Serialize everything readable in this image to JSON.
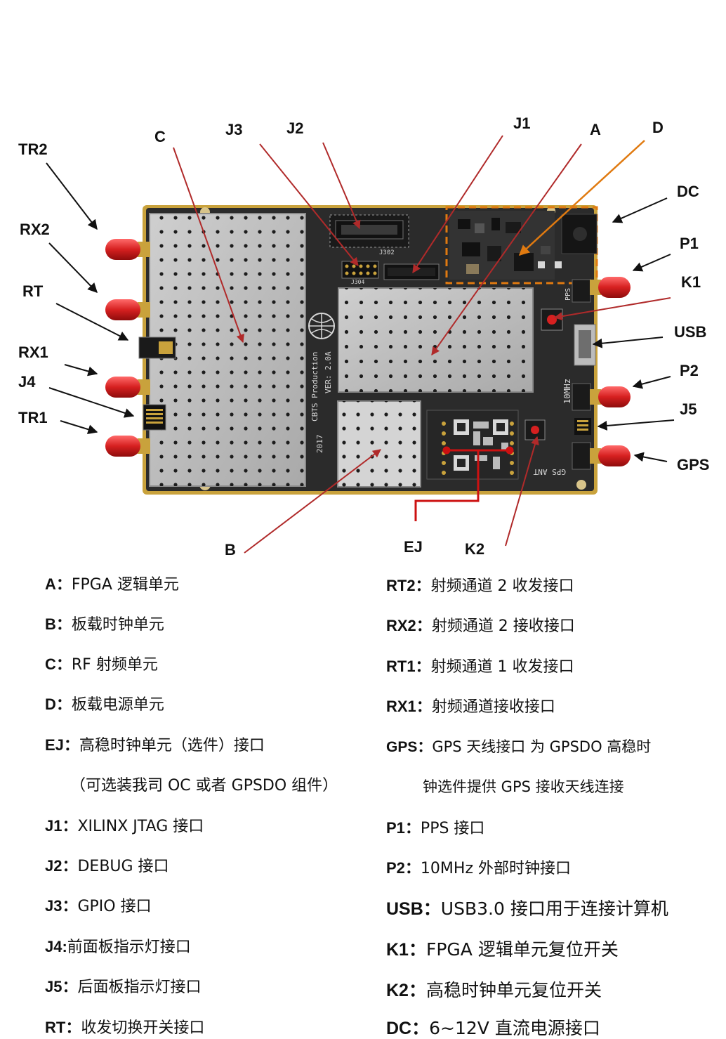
{
  "board": {
    "silkscreen": {
      "brand": "CBTS Production",
      "version": "VER: 2.0A",
      "year": "2017",
      "freq_label": "10MHz",
      "gps_ant_label": "GPS ANT",
      "pps_label": "PPS",
      "j302_label": "J302",
      "j304_label": "J304"
    },
    "colors": {
      "pcb": "#2b2b2b",
      "shield": "#bdbdbd",
      "connector": "#d62020",
      "gold": "#c9a23c",
      "arrow_red": "#b02a2a",
      "arrow_orange": "#e07a10",
      "highlight_red": "#cc1111"
    }
  },
  "callouts": {
    "tr2": "TR2",
    "rx2": "RX2",
    "rt": "RT",
    "rx1": "RX1",
    "j4": "J4",
    "tr1": "TR1",
    "c": "C",
    "j3": "J3",
    "j2": "J2",
    "j1": "J1",
    "a": "A",
    "d": "D",
    "dc": "DC",
    "p1": "P1",
    "k1": "K1",
    "usb": "USB",
    "p2": "P2",
    "j5": "J5",
    "gps": "GPS",
    "b": "B",
    "ej": "EJ",
    "k2": "K2"
  },
  "legend": {
    "left": [
      {
        "key": "A：",
        "text": "FPGA 逻辑单元"
      },
      {
        "key": "B：",
        "text": "板载时钟单元"
      },
      {
        "key": "C：",
        "text": "RF 射频单元"
      },
      {
        "key": "D：",
        "text": "板载电源单元"
      },
      {
        "key": "EJ：",
        "text": "高稳时钟单元（选件）接口"
      },
      {
        "key": "",
        "text": "（可选装我司 OC 或者 GPSDO 组件）"
      },
      {
        "key": "J1：",
        "text": "XILINX JTAG 接口"
      },
      {
        "key": "J2：",
        "text": "DEBUG 接口"
      },
      {
        "key": "J3：",
        "text": "GPIO 接口"
      },
      {
        "key": "J4:",
        "text": "前面板指示灯接口"
      },
      {
        "key": "J5：",
        "text": "后面板指示灯接口"
      },
      {
        "key": "RT：",
        "text": "收发切换开关接口"
      }
    ],
    "right": [
      {
        "key": "RT2：",
        "text": "射频通道 2 收发接口"
      },
      {
        "key": "RX2：",
        "text": "射频通道 2 接收接口"
      },
      {
        "key": "RT1：",
        "text": "射频通道 1 收发接口"
      },
      {
        "key": "RX1：",
        "text": "射频通道接收接口"
      },
      {
        "key": "GPS：",
        "text": "GPS 天线接口  为 GPSDO 高稳时"
      },
      {
        "key": "",
        "text": "钟选件提供 GPS 接收天线连接"
      },
      {
        "key": "P1：",
        "text": "PPS 接口"
      },
      {
        "key": "P2：",
        "text": "10MHz 外部时钟接口"
      },
      {
        "key": "USB：",
        "text": "USB3.0 接口用于连接计算机"
      },
      {
        "key": "K1：",
        "text": "FPGA 逻辑单元复位开关"
      },
      {
        "key": "K2：",
        "text": "高稳时钟单元复位开关"
      },
      {
        "key": "DC：",
        "text": "6~12V 直流电源接口"
      }
    ]
  }
}
